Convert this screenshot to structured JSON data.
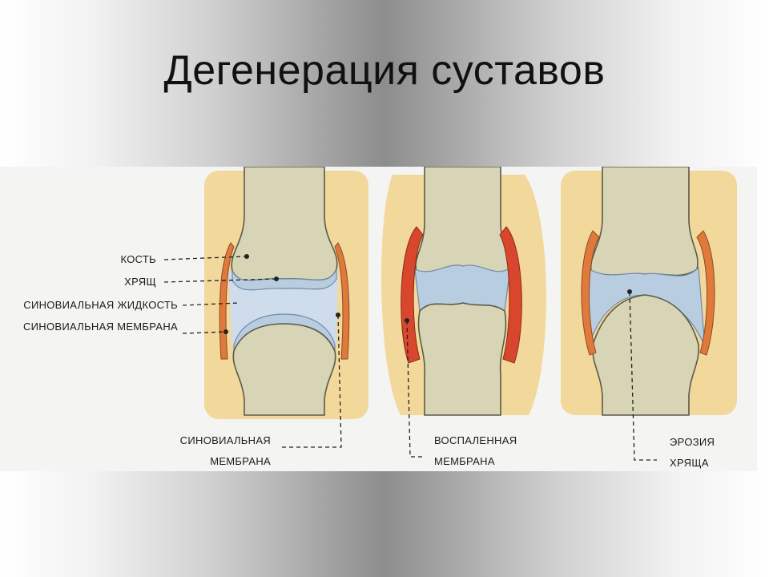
{
  "title": "Дегенерация суставов",
  "labels": {
    "bone": "КОСТЬ",
    "cartilage": "ХРЯЩ",
    "synovial_fluid": "СИНОВИАЛЬНАЯ ЖИДКОСТЬ",
    "synovial_membrane": "СИНОВИАЛЬНАЯ МЕМБРАНА",
    "bottom_1_line1": "СИНОВИАЛЬНАЯ",
    "bottom_1_line2": "МЕМБРАНА",
    "bottom_2_line1": "ВОСПАЛЕННАЯ",
    "bottom_2_line2": "МЕМБРАНА",
    "bottom_3_line1": "ЭРОЗИЯ",
    "bottom_3_line2": "ХРЯЩА"
  },
  "colors": {
    "bone": "#d8d4b6",
    "soft_tissue": "#f2d89a",
    "cartilage": "#b9cde0",
    "membrane": "#e07a3a",
    "inflamed_membrane": "#d9462e"
  }
}
